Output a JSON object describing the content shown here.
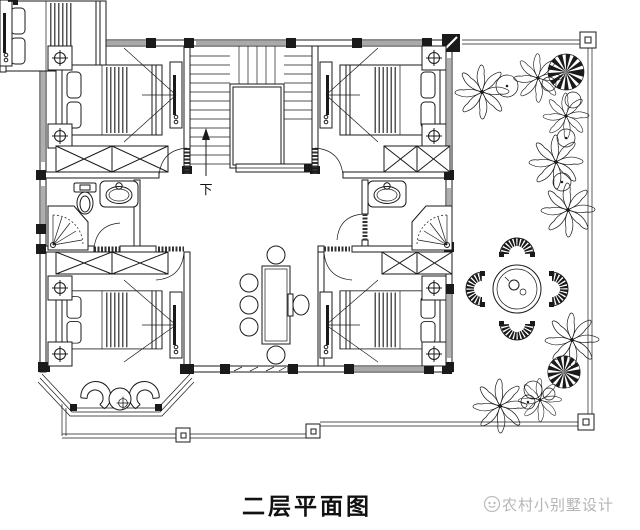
{
  "title": "二层平面图",
  "watermark": {
    "icon": "cartoon-face-logo",
    "text": "农村小别墅设计"
  },
  "stairs": {
    "down_label": "下"
  },
  "colors": {
    "background": "#ffffff",
    "line": "#1a1a1a",
    "bed_stripe": "#555555",
    "watermark": "#b5b5b5"
  },
  "plan_features": {
    "rooms": [
      "bedroom-top-left",
      "bedroom-top-right",
      "bedroom-bottom-left",
      "bedroom-bottom-right",
      "bathroom-left",
      "bathroom-right",
      "central-hall",
      "u-shaped-staircase",
      "roof-terrace-right",
      "balcony-bottom",
      "bay-window-nook"
    ],
    "furniture_symbols": [
      "double-bed",
      "nightstand-with-lamp",
      "wardrobe-x-panel",
      "tv-unit",
      "toilet",
      "washbasin-counter",
      "corner-shower",
      "long-table-with-chairs",
      "armchair",
      "lounge-chair",
      "round-tea-table",
      "wicker-chair",
      "potted-plant",
      "round-tree",
      "railing-post",
      "window",
      "door-swing"
    ]
  }
}
